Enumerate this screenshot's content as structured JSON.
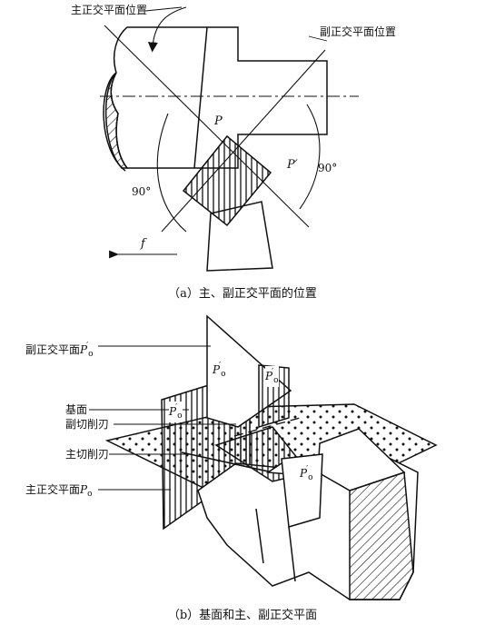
{
  "figure_a": {
    "label_main_plane": "主正交平面位置",
    "label_aux_plane": "副正交平面位置",
    "label_P": "P",
    "label_P_prime": "P′",
    "angle_left": "90°",
    "angle_right": "90°",
    "feed_label": "f",
    "caption": "（a）主、副正交平面的位置"
  },
  "figure_b": {
    "label_aux_orth_plane": "副正交平面",
    "label_aux_orth_sym": "P",
    "label_aux_orth_sub": "o",
    "label_aux_orth_prime": "′",
    "label_base_plane": "基面",
    "label_aux_cutting_edge": "副切削刃",
    "label_main_cutting_edge": "主切削刃",
    "label_main_orth_plane": "主正交平面",
    "label_main_orth_sym": "P",
    "label_main_orth_sub": "o",
    "inner_label_sym": "P",
    "inner_label_sub": "o",
    "inner_label_prime": "′",
    "caption": "（b）基面和主、副正交平面"
  }
}
